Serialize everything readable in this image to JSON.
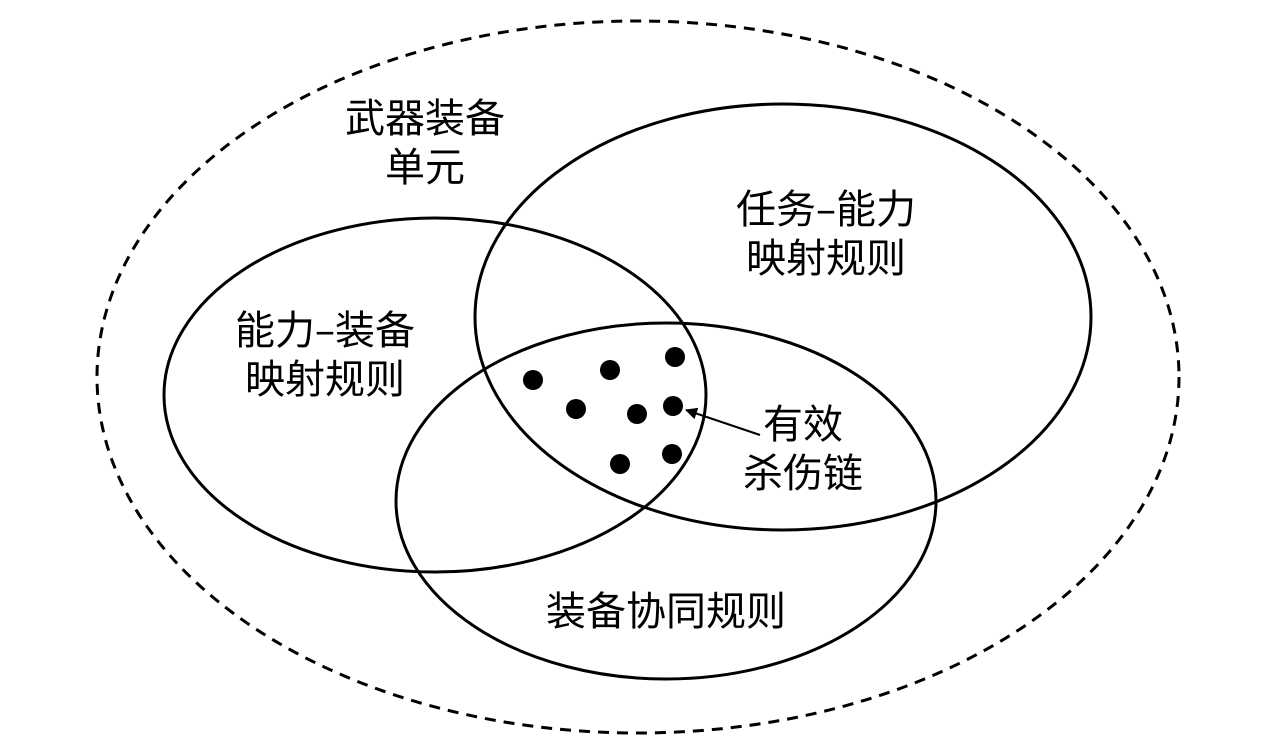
{
  "diagram": {
    "outer_set": {
      "line1": "武器装备",
      "line2": "单元"
    },
    "set_task_capability": {
      "line1": "任务–能力",
      "line2": "映射规则"
    },
    "set_capability_equipment": {
      "line1": "能力–装备",
      "line2": "映射规则"
    },
    "set_equipment_coordination": {
      "line1": "装备协同规则"
    },
    "intersection_callout": {
      "line1": "有效",
      "line2": "杀伤链"
    }
  },
  "colors": {
    "stroke": "#000000",
    "background": "#ffffff"
  }
}
